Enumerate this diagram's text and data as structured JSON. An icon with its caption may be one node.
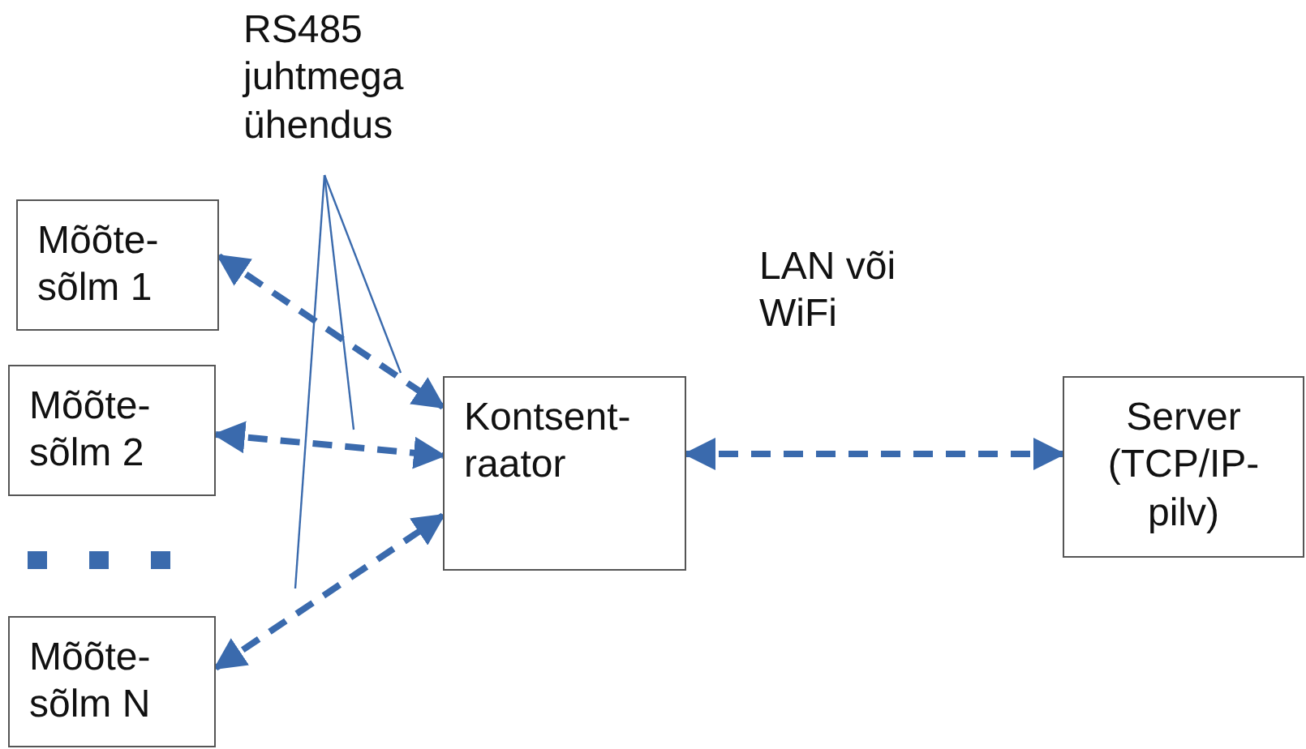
{
  "diagram": {
    "nodes": [
      {
        "text": [
          "Mõõte- sõlm 1"
        ]
      },
      {
        "text": [
          "Mõõte- sõlm 2"
        ]
      },
      {
        "text": [
          "Mõõte- sõlm N"
        ]
      },
      {
        "text": [
          "Kontsent- raator"
        ]
      },
      {
        "text": [
          "Server (TCP/IP- pilv)"
        ]
      },
      {
        "text": [
          "RS485 juhtmega ühendus"
        ]
      }
    ],
    "edges": [
      {
        "from": 0,
        "to": 3,
        "arrow": "both",
        "style": "dashed"
      },
      {
        "from": 1,
        "to": 3,
        "arrow": "both",
        "style": "dashed"
      },
      {
        "from": 2,
        "to": 3,
        "arrow": "both",
        "style": "dashed"
      },
      {
        "from": 3,
        "to": 4,
        "arrow": "both",
        "style": "dashed",
        "label": "LAN või WiFi"
      },
      {
        "from": 5,
        "to": null,
        "arrow": "none"
      },
      {
        "from": 5,
        "to": null,
        "arrow": "none"
      },
      {
        "from": 5,
        "to": null,
        "arrow": "none"
      }
    ]
  }
}
